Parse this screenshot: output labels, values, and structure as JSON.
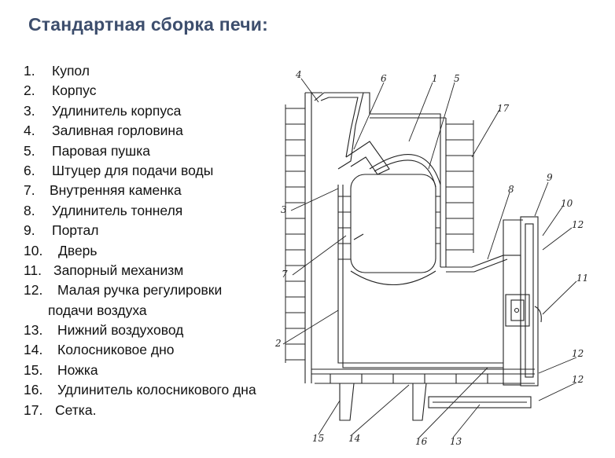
{
  "title": "Стандартная сборка печи:",
  "items": [
    {
      "num": "1.",
      "label": "Купол"
    },
    {
      "num": "2.",
      "label": "Корпус"
    },
    {
      "num": "3.",
      "label": "Удлинитель корпуса"
    },
    {
      "num": "4.",
      "label": "Заливная горловина"
    },
    {
      "num": "5.",
      "label": "Паровая пушка"
    },
    {
      "num": "6.",
      "label": "Штуцер для подачи воды"
    },
    {
      "num": "7.",
      "label": "Внутренняя каменка"
    },
    {
      "num": "8.",
      "label": "Удлинитель тоннеля"
    },
    {
      "num": "9.",
      "label": "Портал"
    },
    {
      "num": "10.",
      "label": "Дверь"
    },
    {
      "num": "11.",
      "label": "Запорный механизм"
    },
    {
      "num": "12.",
      "label": "Малая ручка регулировки"
    },
    {
      "num": "",
      "label": "подачи воздуха"
    },
    {
      "num": "13.",
      "label": "Нижний воздуховод"
    },
    {
      "num": "14.",
      "label": "Колосниковое дно"
    },
    {
      "num": "15.",
      "label": "Ножка"
    },
    {
      "num": "16.",
      "label": "Удлинитель колосникового дна"
    },
    {
      "num": "17.",
      "label": "Сетка."
    }
  ],
  "callouts": [
    "4",
    "6",
    "1",
    "5",
    "17",
    "3",
    "8",
    "9",
    "10",
    "12",
    "7",
    "11",
    "2",
    "12",
    "12",
    "15",
    "14",
    "16",
    "13"
  ]
}
